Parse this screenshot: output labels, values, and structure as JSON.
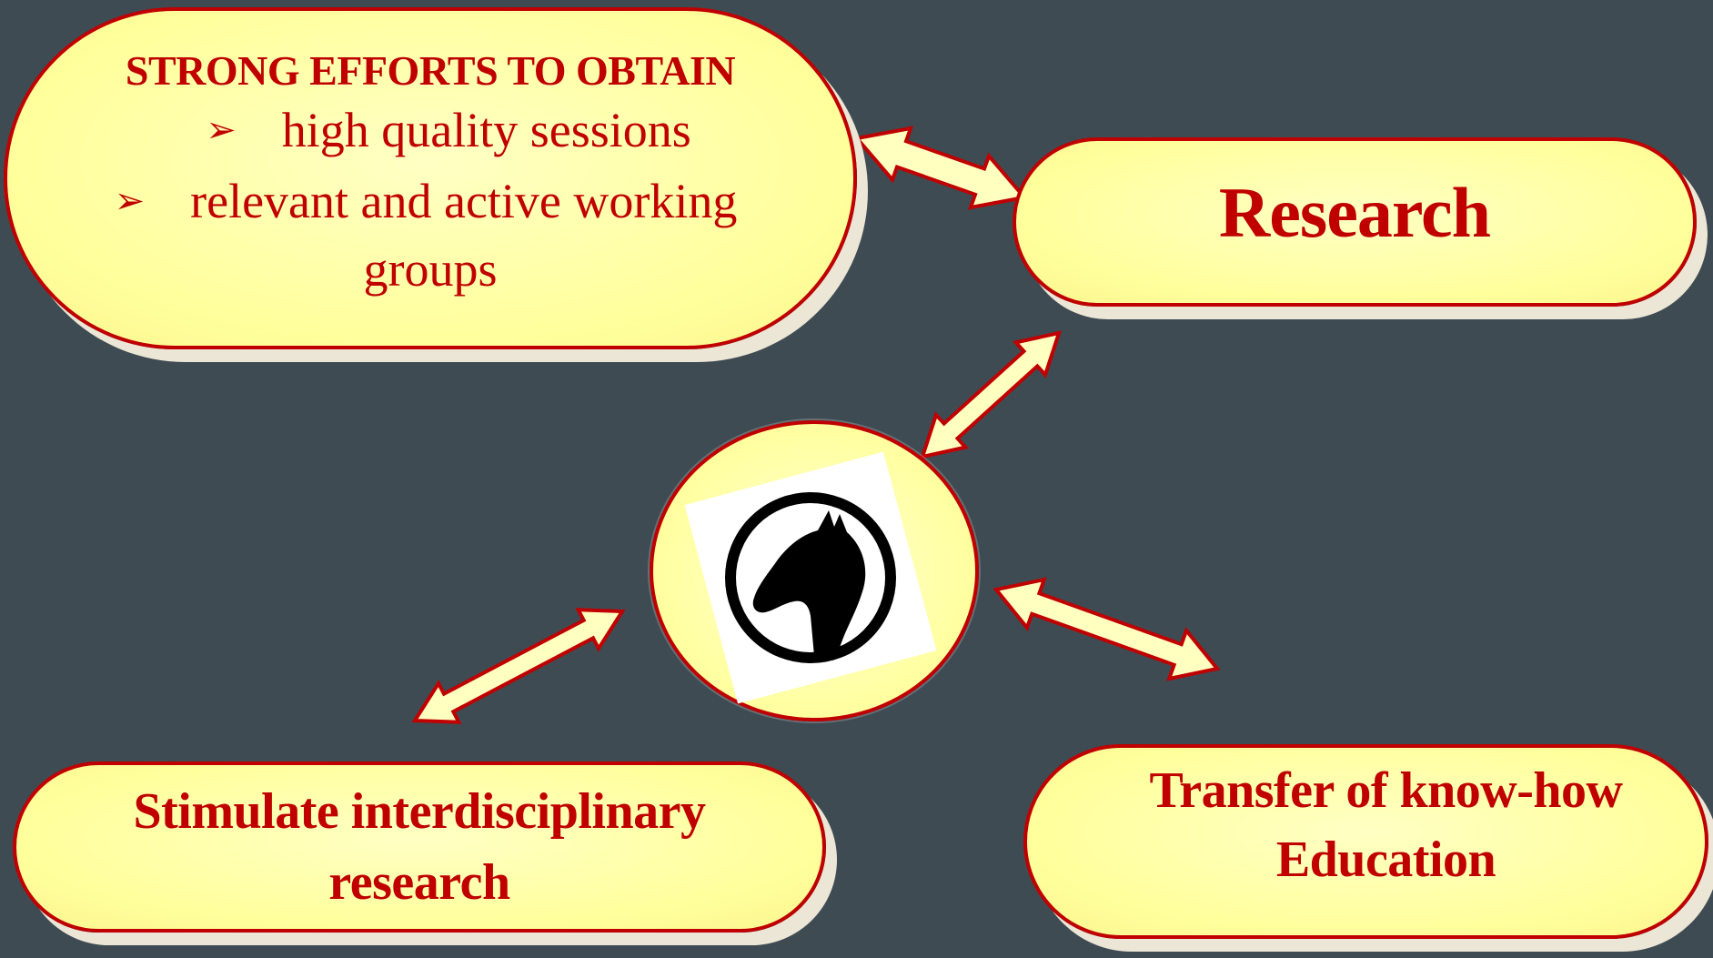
{
  "efforts": {
    "title": "STRONG EFFORTS TO OBTAIN",
    "bullet_glyph": "➢",
    "bullet_1": "high quality sessions",
    "bullet_2": "relevant and active working",
    "bullet_2_cont": "groups"
  },
  "research": {
    "label": "Research"
  },
  "stimulate": {
    "line_1": "Stimulate interdisciplinary",
    "line_2": "research"
  },
  "transfer": {
    "line_1": "Transfer of know-how",
    "line_2": "Education"
  },
  "center": {
    "icon": "horse-head-icon"
  },
  "colors": {
    "background": "#3f4b53",
    "pill_fill": "#ffff9c",
    "border": "#c00000",
    "text": "#c00000",
    "arrow_fill": "#ffffc0",
    "shadow": "#ece6d6"
  }
}
